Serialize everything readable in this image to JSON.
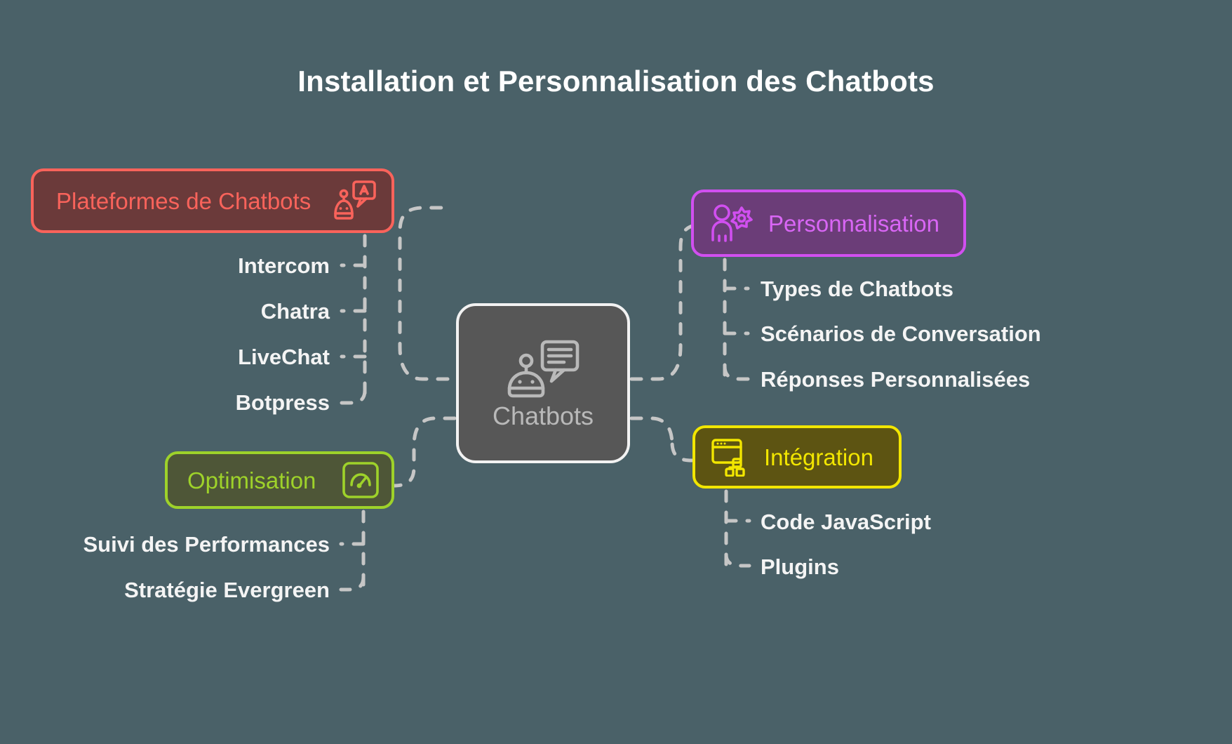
{
  "page": {
    "title": "Installation et Personnalisation des Chatbots",
    "background_color": "#4a6168",
    "title_color": "#ffffff",
    "connector_color": "#c6c6c6"
  },
  "center": {
    "label": "Chatbots",
    "icon": "robot-chat-icon",
    "fill": "#575757",
    "border": "#f2f2f2",
    "text_color": "#b9b9b9"
  },
  "branches": [
    {
      "id": "platforms",
      "label": "Plateformes de Chatbots",
      "icon": "robot-translate-icon",
      "fill": "#6b3a3a",
      "border": "#f9635b",
      "text_color": "#f9635b",
      "children": [
        "Intercom",
        "Chatra",
        "LiveChat",
        "Botpress"
      ]
    },
    {
      "id": "optimisation",
      "label": "Optimisation",
      "icon": "gauge-icon",
      "fill": "#4e5637",
      "border": "#9ed22a",
      "text_color": "#9ed22a",
      "children": [
        "Suivi des Performances",
        "Stratégie Evergreen"
      ]
    },
    {
      "id": "personnalisation",
      "label": "Personnalisation",
      "icon": "user-gear-icon",
      "fill": "#6b3d78",
      "border": "#d14ff0",
      "text_color": "#d966f5",
      "children": [
        "Types de Chatbots",
        "Scénarios de Conversation",
        "Réponses Personnalisées"
      ]
    },
    {
      "id": "integration",
      "label": "Intégration",
      "icon": "browser-sitemap-icon",
      "fill": "#5d5412",
      "border": "#f2e600",
      "text_color": "#f2e600",
      "children": [
        "Code JavaScript",
        "Plugins"
      ]
    }
  ]
}
